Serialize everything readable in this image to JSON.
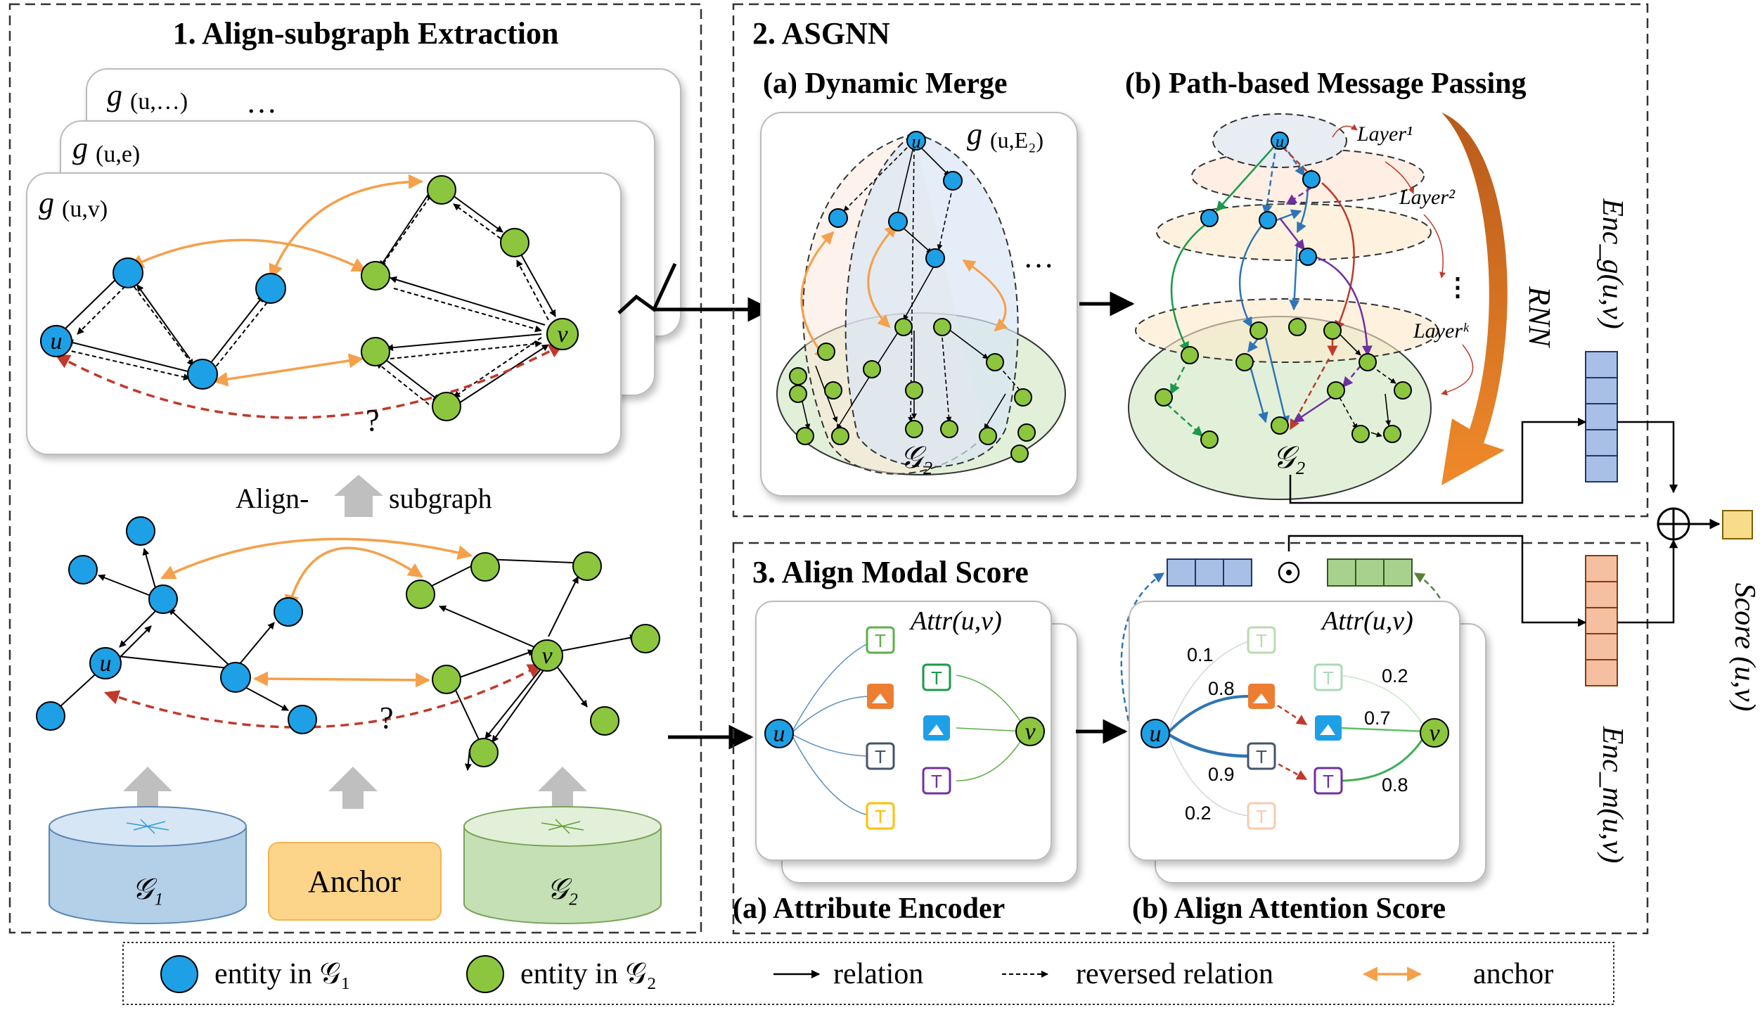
{
  "colors": {
    "g1": "#1ea0e6",
    "g2": "#8cc63f",
    "anchor": "#f5a04a",
    "query": "#c0392b",
    "rnn": "#e07a2a",
    "enc_g": "#a8bfe6",
    "enc_m": "#f5bfa2",
    "score": "#f8dc8a"
  },
  "panel1": {
    "title": "1. Align-subgraph Extraction",
    "stack_labels": [
      "g",
      "(u,…)",
      "g",
      "(u,e)",
      "g",
      "(u,v)"
    ],
    "ellipsis": "…",
    "node_u": "u",
    "node_v": "v",
    "question": "?",
    "arrow_label_left": "Align-",
    "arrow_label_right": "subgraph",
    "db_g1": "𝒢₁",
    "db_anchor": "Anchor",
    "db_g2": "𝒢₂"
  },
  "panel2": {
    "title": "2. ASGNN",
    "sub_a": "(a) Dynamic Merge",
    "sub_b": "(b) Path-based Message Passing",
    "merge_label": "g",
    "merge_sub": "(u,E₂)",
    "g2_label": "𝒢₂",
    "layers": [
      "Layer¹",
      "Layer²",
      "Layerᵏ"
    ],
    "rnn": "RNN",
    "enc_g": "Enc_g(u,v)",
    "ellipsis": "…"
  },
  "panel3": {
    "title": "3. Align Modal Score",
    "sub_a": "(a) Attribute Encoder",
    "sub_b": "(b) Align Attention Score",
    "attr": "Attr(u,v)",
    "weights_left": [
      "0.1",
      "0.8",
      "0.9",
      "0.2"
    ],
    "weights_right": [
      "0.2",
      "0.7",
      "0.8"
    ],
    "enc_m": "Enc_m(u,v)",
    "odot": "⊙"
  },
  "output": {
    "oplus": "⊕",
    "score": "Score (u,v)"
  },
  "legend": [
    "entity in 𝒢₁",
    "entity in 𝒢₂",
    "relation",
    "reversed relation",
    "anchor"
  ]
}
